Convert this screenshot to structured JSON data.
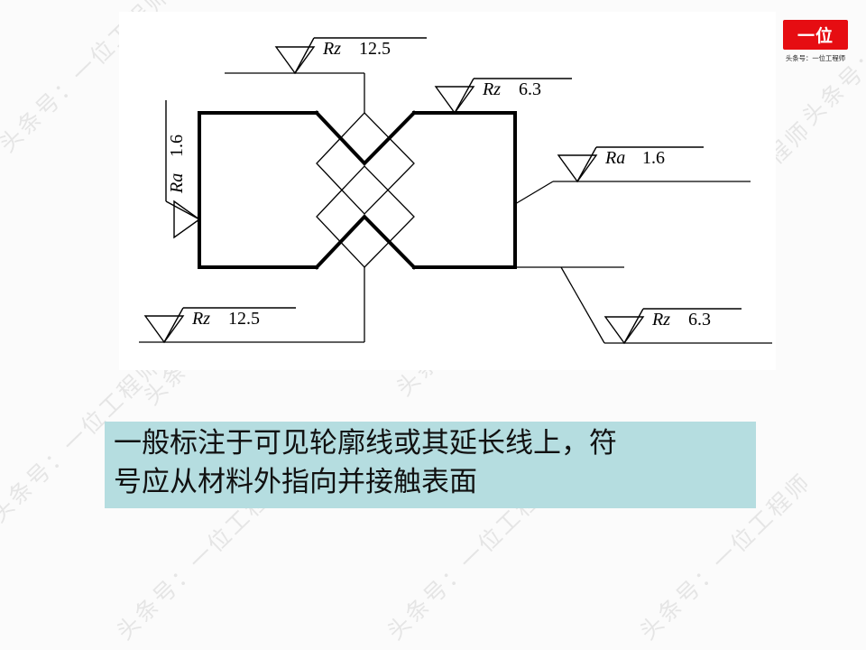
{
  "page": {
    "background_color": "#fbfbfb",
    "watermark_text": "头条号：一位工程师",
    "watermark_color": "#e2e2e2"
  },
  "logo": {
    "mark_text": "一位",
    "mark_color": "#e60d12",
    "subtitle": "头条号：一位工程师"
  },
  "caption": {
    "background_color": "#b5dde0",
    "line1": "一般标注于可见轮廓线或其延长线上，符",
    "line2": "号应从材料外指向并接触表面"
  },
  "drawing": {
    "background_color": "#ffffff",
    "line_color": "#000000",
    "description": "机械零件剖面图，带表面粗糙度标注",
    "annotations": [
      {
        "id": "top-left",
        "parameter": "Rz",
        "value": "12.5",
        "position": "top-left",
        "points_to": "upper-notch-left-flank"
      },
      {
        "id": "top-right",
        "parameter": "Rz",
        "value": "6.3",
        "position": "top-right",
        "points_to": "top-edge-right"
      },
      {
        "id": "left",
        "parameter": "Ra",
        "value": "1.6",
        "position": "left",
        "rotated": true,
        "points_to": "left-vertical-edge"
      },
      {
        "id": "right",
        "parameter": "Ra",
        "value": "1.6",
        "position": "right",
        "points_to": "right-vertical-edge"
      },
      {
        "id": "bottom-left",
        "parameter": "Rz",
        "value": "12.5",
        "position": "bottom-left",
        "points_to": "lower-notch-apex"
      },
      {
        "id": "bottom-right",
        "parameter": "Rz",
        "value": "6.3",
        "position": "bottom-right",
        "points_to": "bottom-edge-right"
      }
    ]
  }
}
